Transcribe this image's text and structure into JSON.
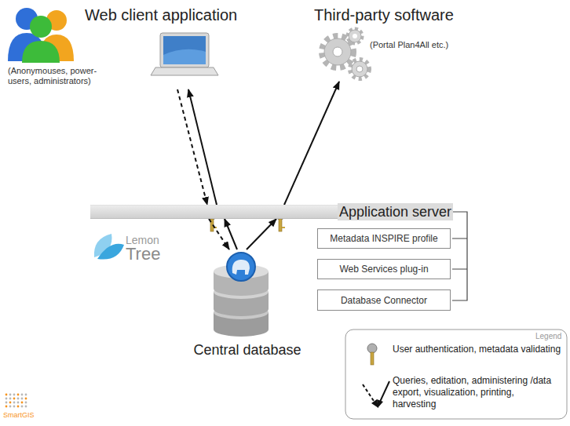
{
  "diagram": {
    "nodes": [
      {
        "text": [
          "Web client application",
          "(Anonymouses, power-users, administrators)"
        ]
      },
      {
        "text": [
          "Third-party software",
          "(Portal Plan4All etc.)"
        ]
      },
      {
        "text": [
          "Application server"
        ]
      },
      {
        "text": [
          "Metadata INSPIRE profile"
        ]
      },
      {
        "text": [
          "Web Services plug-in"
        ]
      },
      {
        "text": [
          "Database Connector"
        ]
      },
      {
        "text": [
          "Central database"
        ]
      }
    ],
    "edges": [
      {
        "from": 0,
        "to": 2,
        "arrow": "to"
      },
      {
        "from": 2,
        "to": 0,
        "arrow": "to"
      },
      {
        "from": 2,
        "to": 1,
        "arrow": "to"
      },
      {
        "from": 2,
        "to": 6,
        "arrow": "to"
      },
      {
        "from": 6,
        "to": 2,
        "arrow": "to"
      },
      {
        "from": 6,
        "to": 2,
        "arrow": "to"
      }
    ],
    "labels": [
      "Lemon",
      "Tree",
      "Legend",
      "SmartGIS"
    ],
    "legend": [
      {
        "text": "User authentication, metadata validating"
      },
      {
        "text": "Queries, editation, administering /data export, visualization, printing, harvesting"
      }
    ]
  }
}
